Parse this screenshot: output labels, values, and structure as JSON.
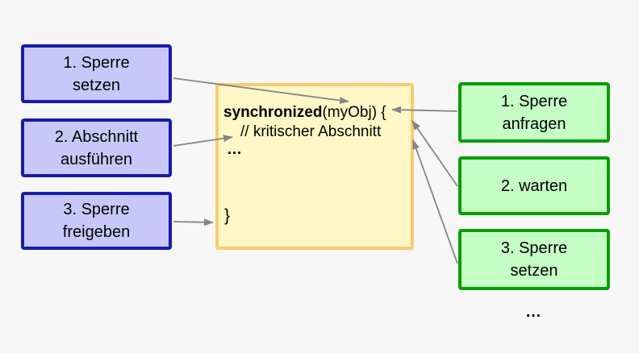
{
  "colors": {
    "page-bg": "#f7f7f7",
    "blue-fill": "#c8c8f8",
    "blue-border": "#1a1aaa",
    "green-fill": "#c6ffc6",
    "green-border": "#0a9c00",
    "yellow-fill": "#fff8c6",
    "yellow-border": "#fbcb6e",
    "arrow": "#858585",
    "text": "#000000"
  },
  "left_steps": {
    "items": [
      {
        "line1": "1. Sperre",
        "line2": "setzen"
      },
      {
        "line1": "2. Abschnitt",
        "line2": "ausführen"
      },
      {
        "line1": "3. Sperre",
        "line2": "freigeben"
      }
    ]
  },
  "code_block": {
    "keyword": "synchronized",
    "line1_rest": "(myObj) {",
    "line2": "// kritischer Abschnitt",
    "line3": "…",
    "line4": "}"
  },
  "right_steps": {
    "items": [
      {
        "line1": "1. Sperre",
        "line2": "anfragen"
      },
      {
        "line1": "2. warten"
      },
      {
        "line1": "3. Sperre",
        "line2": "setzen"
      }
    ],
    "ellipsis": "…"
  }
}
